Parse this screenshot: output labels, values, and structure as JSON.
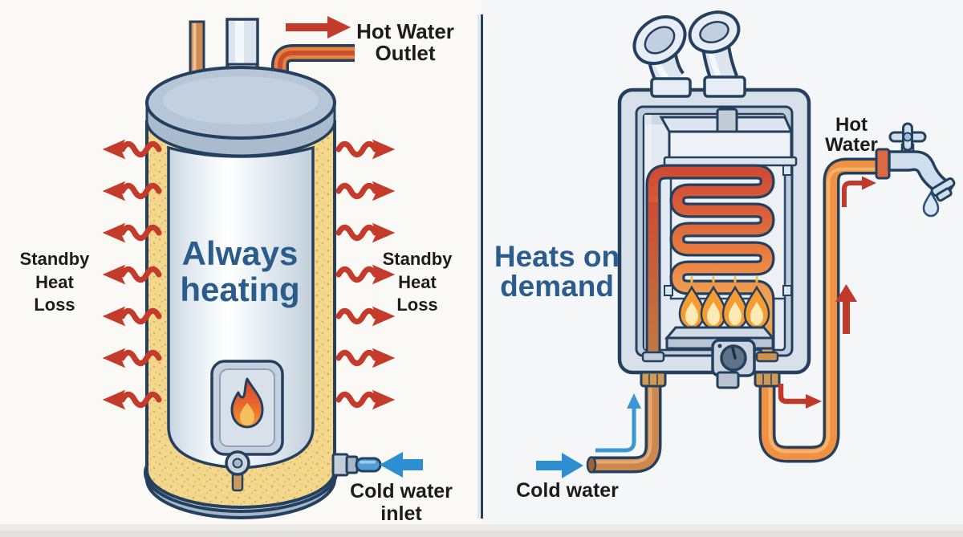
{
  "title": "Tank vs tankless water heater comparison diagram",
  "colors": {
    "background_left": "#faf9f5",
    "background_right": "#f5f6f8",
    "heading_blue": "#2b5c8c",
    "label_black": "#1d1c1a",
    "outline_navy": "#24405e",
    "red_arrow": "#c43b2c",
    "blue_arrow": "#2e8fd0",
    "insulation_yellow": "#f2d78c",
    "copper_pipe": "#cd8850",
    "hot_pipe_orange": "#ef9140"
  },
  "left_panel": {
    "heading": "Always\nheating",
    "hot_water_outlet_label": "Hot Water\nOutlet",
    "standby_heat_loss_left": "Standby\nHeat\nLoss",
    "standby_heat_loss_right": "Standby\nHeat\nLoss",
    "cold_water_inlet_label": "Cold water\ninlet",
    "heat_loss_arrows_per_side": 7
  },
  "right_panel": {
    "heading": "Heats on\ndemand",
    "hot_water_label": "Hot\nWater",
    "cold_water_label": "Cold water",
    "burner_flame_count": 4,
    "vent_pipe_count": 2
  }
}
